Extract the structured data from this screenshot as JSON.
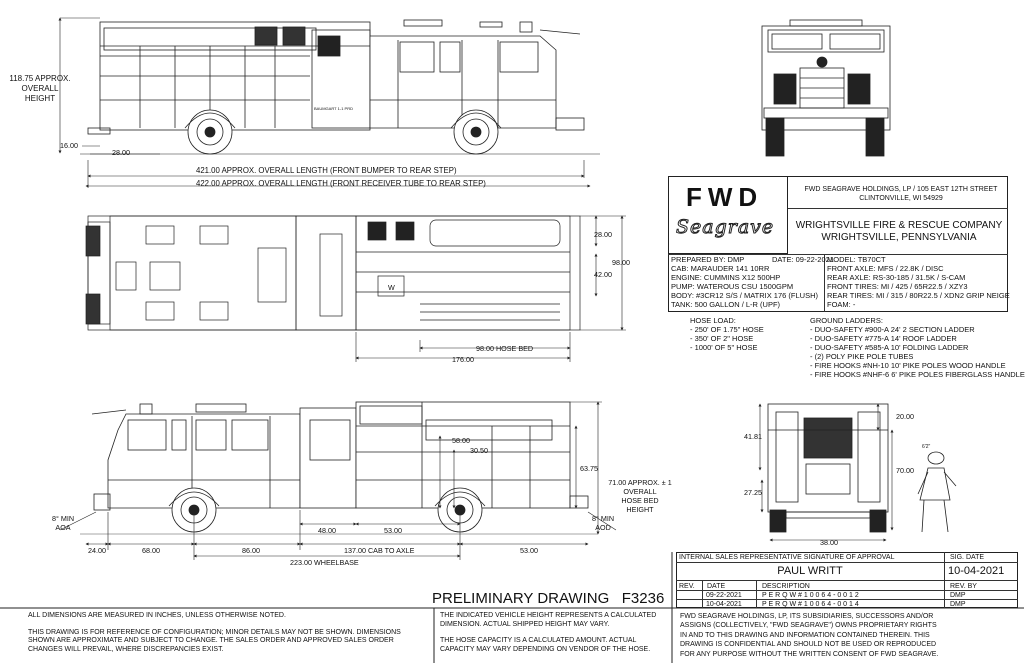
{
  "top_left": {
    "height_label": [
      "118.75 APPROX.",
      "OVERALL",
      "HEIGHT"
    ],
    "dim_16": "16.00",
    "dim_28": "28.00",
    "len_1": "421.00 APPROX. OVERALL LENGTH (FRONT BUMPER TO REAR STEP)",
    "len_2": "422.00 APPROX. OVERALL LENGTH (FRONT RECEIVER TUBE TO REAR STEP)",
    "door_text": "BAUMGART 1-1 PRD"
  },
  "top_view": {
    "dim_28": "28.00",
    "dim_42": "42.00",
    "dim_98": "98.00",
    "hose_bed": "98.00 HOSE BED",
    "dim_176": "176.00",
    "w_mark": "W"
  },
  "side_view": {
    "dim_58": "58.00",
    "dim_3050": "30.50",
    "dim_6375": "63.75",
    "bed_height": [
      "71.00 APPROX. ± 1",
      "OVERALL",
      "HOSE BED",
      "HEIGHT"
    ],
    "aoa": [
      "8° MIN",
      "AOA"
    ],
    "aod": [
      "8° MIN",
      "AOD"
    ],
    "dim_24": "24.00",
    "dim_68": "68.00",
    "dim_86": "86.00",
    "dim_48": "48.00",
    "dim_53a": "53.00",
    "dim_53b": "53.00",
    "cab_axle": "137.00 CAB TO AXLE",
    "wheelbase": "223.00 WHEELBASE"
  },
  "rear_view": {
    "dim_20": "20.00",
    "dim_4181": "41.81",
    "dim_70": "70.00",
    "dim_2725": "27.25",
    "dim_38": "38.00",
    "figure_tag": "6'2\""
  },
  "title_block": {
    "brand": "FWD",
    "brand_script": "Seagrave",
    "address": [
      "FWD SEAGRAVE HOLDINGS, LP / 105 EAST 12TH STREET",
      "CLINTONVILLE, WI 54929"
    ],
    "customer": [
      "WRIGHTSVILLE FIRE & RESCUE COMPANY",
      "WRIGHTSVILLE, PENNSYLVANIA"
    ],
    "left_specs": [
      "PREPARED BY: DMP",
      "CAB: MARAUDER 141 10RR",
      "ENGINE: CUMMINS X12 500HP",
      "PUMP: WATEROUS CSU 1500GPM",
      "BODY: #3CR12 S/S / MATRIX 176 (FLUSH)",
      "TANK: 500 GALLON / L-R (UPF)"
    ],
    "date": "DATE: 09-22-2021",
    "right_specs": [
      "MODEL: TB70CT",
      "FRONT AXLE: MFS / 22.8K / DISC",
      "REAR AXLE: RS-30-185 / 31.5K / S-CAM",
      "FRONT TIRES: MI / 425 / 65R22.5 / XZY3",
      "REAR TIRES: MI / 315 / 80R22.5 / XDN2 GRIP NEIGE",
      "FOAM: -"
    ],
    "hose_load_title": "HOSE LOAD:",
    "hose_load": [
      "- 250' OF 1.75\" HOSE",
      "- 350' OF 2\" HOSE",
      "- 1000' OF 5\" HOSE"
    ],
    "ladders_title": "GROUND LADDERS:",
    "ladders": [
      "- DUO-SAFETY #900-A 24' 2 SECTION LADDER",
      "- DUO-SAFETY #775-A 14' ROOF LADDER",
      "- DUO-SAFETY #585-A 10' FOLDING LADDER",
      "- (2) POLY PIKE POLE TUBES",
      "- FIRE HOOKS #NH-10 10' PIKE POLES WOOD HANDLE",
      "- FIRE HOOKS #NHF-6 6' PIKE POLES FIBERGLASS HANDLE"
    ]
  },
  "approval": {
    "sig_label": "INTERNAL SALES REPRESENTATIVE SIGNATURE OF APPROVAL",
    "sig_date_label": "SIG. DATE",
    "name": "PAUL WRITT",
    "sig_date": "10-04-2021",
    "rev_headers": [
      "REV.",
      "DATE",
      "DESCRIPTION",
      "REV. BY"
    ],
    "revisions": [
      {
        "date": "09-22-2021",
        "desc": "P E R  Q W # 1 0 0 6 4 - 0 0 1 2",
        "by": "DMP"
      },
      {
        "date": "10-04-2021",
        "desc": "P E R  Q W # 1 0 0 6 4 - 0 0 1 4",
        "by": "DMP"
      }
    ]
  },
  "drawing_title": "PRELIMINARY DRAWING   F3236",
  "notes": {
    "left": [
      "ALL DIMENSIONS ARE MEASURED IN INCHES, UNLESS OTHERWISE NOTED.",
      "",
      "THIS DRAWING IS FOR REFERENCE OF CONFIGURATION; MINOR DETAILS MAY NOT BE SHOWN.  DIMENSIONS",
      "SHOWN ARE APPROXIMATE AND SUBJECT TO CHANGE.  THE SALES ORDER AND APPROVED SALES ORDER",
      "CHANGES WILL PREVAIL, WHERE DISCREPANCIES EXIST."
    ],
    "middle": [
      "THE INDICATED VEHICLE HEIGHT REPRESENTS A CALCULATED",
      "DIMENSION.  ACTUAL SHIPPED HEIGHT MAY VARY.",
      "",
      "THE HOSE CAPACITY IS A CALCULATED AMOUNT.  ACTUAL",
      "CAPACITY MAY VARY DEPENDING ON  VENDOR OF THE HOSE."
    ],
    "right": [
      "FWD SEAGRAVE HOLDINGS, LP, ITS SUBSIDIARIES, SUCCESSORS AND/OR",
      "ASSIGNS (COLLECTIVELY, \"FWD SEAGRAVE\") OWNS PROPRIETARY RIGHTS",
      "IN AND TO THIS DRAWING AND INFORMATION CONTAINED THEREIN. THIS",
      "DRAWING IS CONFIDENTIAL AND SHOULD NOT BE USED OR REPRODUCED",
      "FOR ANY PURPOSE WITHOUT THE WRITTEN CONSENT OF  FWD SEAGRAVE."
    ]
  }
}
